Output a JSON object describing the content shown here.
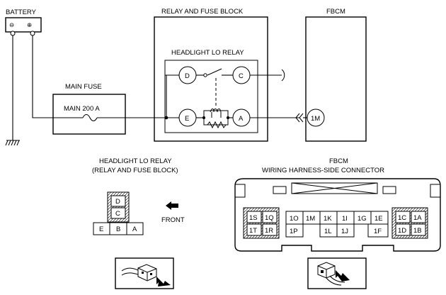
{
  "labels": {
    "battery": "BATTERY",
    "battery_neg": "⊖",
    "battery_pos": "⊕",
    "main_fuse_title": "MAIN FUSE",
    "main_fuse_value": "MAIN 200 A",
    "relay_fuse_block": "RELAY AND FUSE BLOCK",
    "headlight_lo_relay": "HEADLIGHT LO RELAY",
    "fbcm": "FBCM",
    "relay_conn_title_1": "HEADLIGHT LO RELAY",
    "relay_conn_title_2": "(RELAY AND FUSE BLOCK)",
    "fbcm_conn_title_1": "FBCM",
    "fbcm_conn_title_2": "WIRING HARNESS-SIDE CONNECTOR",
    "front": "FRONT"
  },
  "relay_terminals": {
    "d": "D",
    "c": "C",
    "e": "E",
    "a": "A"
  },
  "fbcm_terminal": "1M",
  "relay_connector": {
    "top": "D",
    "mid": "C",
    "bottom": [
      "E",
      "B",
      "A"
    ]
  },
  "fbcm_connector": {
    "left_block": {
      "row1": [
        "1S",
        "1Q"
      ],
      "row2": [
        "1T",
        "1R"
      ]
    },
    "center_row1": [
      "1O",
      "1M",
      "1K",
      "1I",
      "1G",
      "1E"
    ],
    "center_row2": [
      "1P",
      "1L",
      "1J",
      "1F"
    ],
    "right_block": {
      "row1": [
        "1C",
        "1A"
      ],
      "row2": [
        "1D",
        "1B"
      ]
    }
  }
}
